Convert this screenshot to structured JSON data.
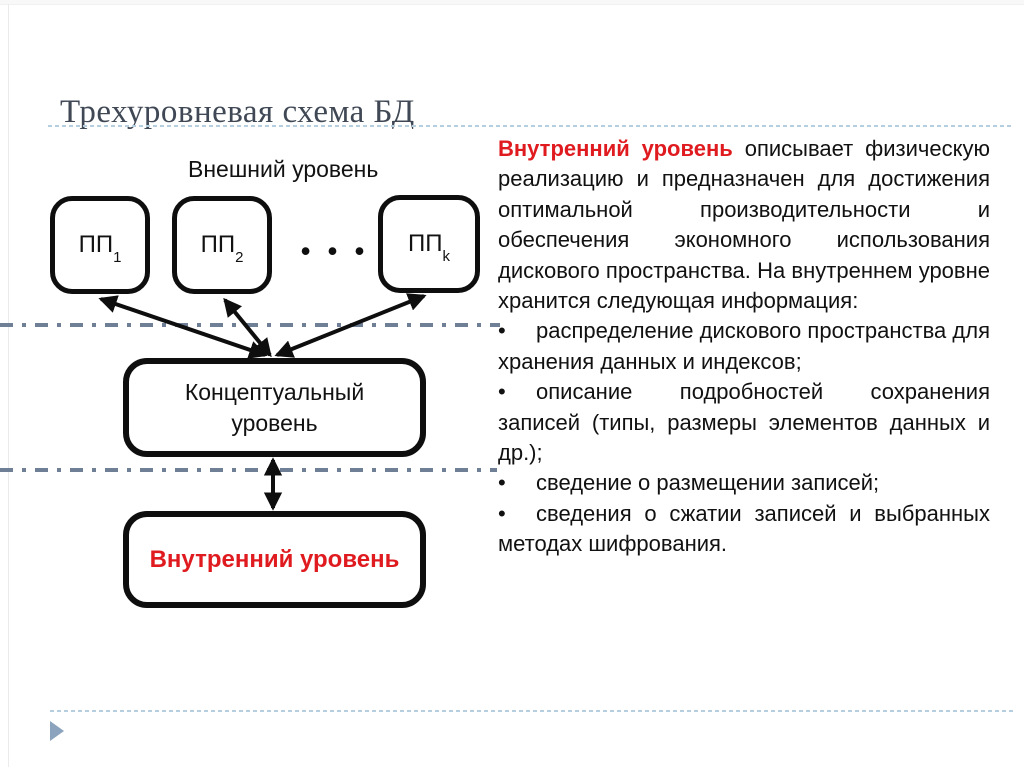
{
  "slide": {
    "title": "Трехуровневая схема БД"
  },
  "diagram": {
    "external_level_label": "Внешний уровень",
    "boxes": [
      {
        "label": "ПП",
        "sub": "1"
      },
      {
        "label": "ПП",
        "sub": "2"
      },
      {
        "label": "ПП",
        "sub": "k"
      }
    ],
    "ellipsis": "• • •",
    "conceptual_box_label": "Концептуальный уровень",
    "internal_box_label": "Внутренний уровень"
  },
  "article": {
    "lead_bold": "Внутренний уровень",
    "lead_text": "описывает физическую реализацию и предназначен для достижения оптимальной производительности и обеспечения экономного использования дискового пространства. На внутреннем уровне хранится следующая информация:",
    "bullet_marker": "•",
    "bullets": [
      "распределение дискового пространства для хранения данных и индексов;",
      "описание подробностей сохранения записей (типы, размеры элементов данных и др.);",
      "сведение о размещении записей;",
      "сведения о сжатии записей и выбранных методах шифрования."
    ]
  },
  "colors": {
    "title": "#3f4854",
    "accent_red": "#e01b20",
    "box_border": "#0e0e0e",
    "boundary_dashdot": "#6f7f96",
    "dashed_rule": "#b6cfe0",
    "footer_triangle": "#8ba3bd"
  }
}
